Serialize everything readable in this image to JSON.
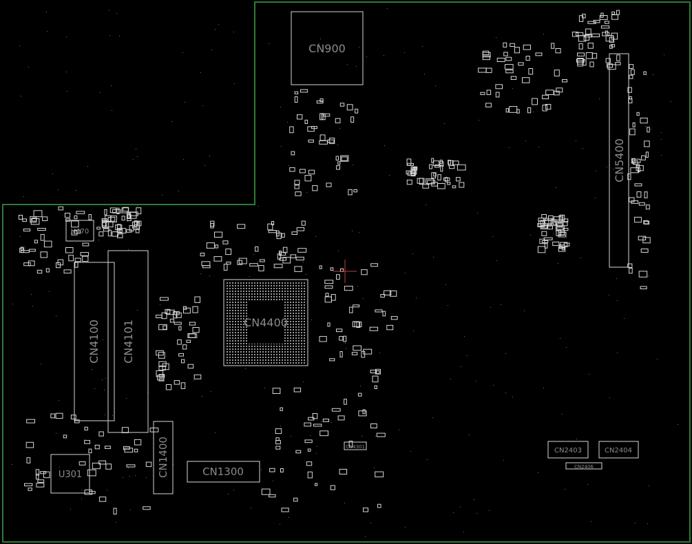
{
  "board": {
    "outline_color": "#2e7d32",
    "part_color": "#d8d8d8",
    "label_color": "#8a8a8a",
    "components": {
      "cn900": "CN900",
      "cn5400": "CN5400",
      "u470": "U470",
      "cn4100": "CN4100",
      "cn4101": "CN4101",
      "cn4400": "CN4400",
      "u301": "U301",
      "cn1400": "CN1400",
      "cn1300": "CN1300",
      "cn2403": "CN2403",
      "cn2404": "CN2404",
      "cn2406": "CN2406",
      "cn4301": "CN4301"
    }
  }
}
